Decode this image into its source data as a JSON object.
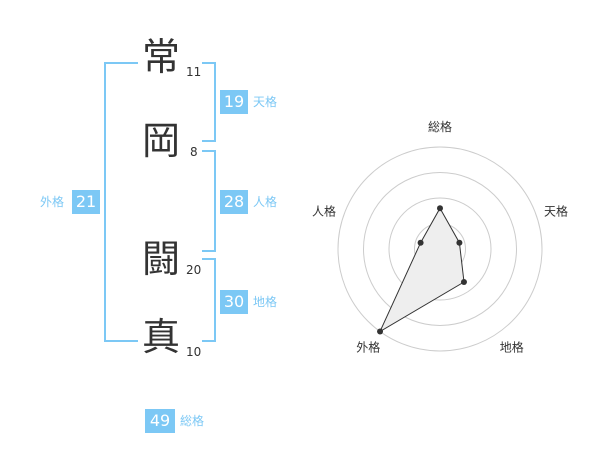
{
  "name": {
    "chars": [
      {
        "char": "常",
        "strokes": "11"
      },
      {
        "char": "岡",
        "strokes": "8"
      },
      {
        "char": "闘",
        "strokes": "20"
      },
      {
        "char": "真",
        "strokes": "10"
      }
    ]
  },
  "kaku": {
    "tenkaku": {
      "value": "19",
      "label": "天格"
    },
    "jinkaku": {
      "value": "28",
      "label": "人格"
    },
    "chikaku": {
      "value": "30",
      "label": "地格"
    },
    "gaikaku": {
      "value": "21",
      "label": "外格"
    },
    "soukaku": {
      "value": "49",
      "label": "総格"
    }
  },
  "chart_data": {
    "type": "radar",
    "axes": [
      "総格",
      "天格",
      "地格",
      "外格",
      "人格"
    ],
    "values": [
      2,
      1,
      2,
      5,
      1
    ],
    "rmax": 5,
    "rings": 4,
    "fill": "#eeeeee",
    "line": "#333333"
  },
  "colors": {
    "accent": "#7cc8f5"
  }
}
